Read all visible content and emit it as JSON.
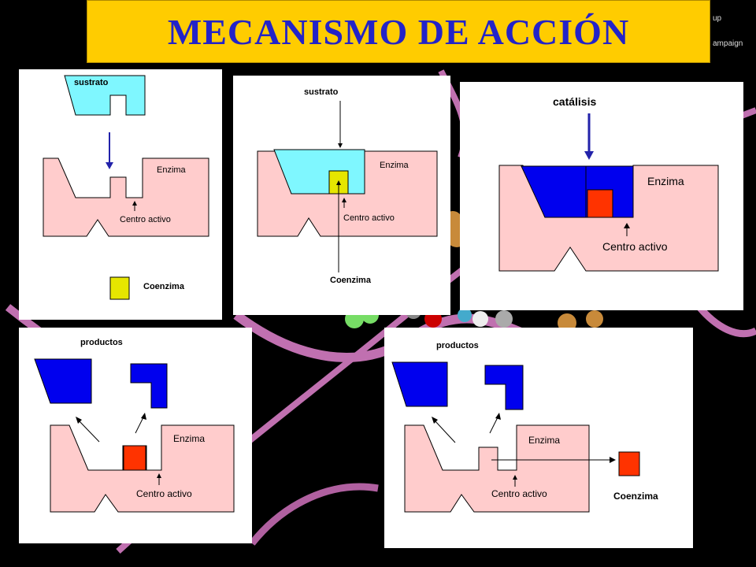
{
  "title": "MECANISMO DE ACCIÓN",
  "credit": {
    "line1": "up",
    "line2": "ampaign"
  },
  "colors": {
    "title_bg": "#ffcc00",
    "title_text": "#2323c8",
    "enzyme": "#ffcccc",
    "substrate": "#7ff7ff",
    "coenzyme": "#e6e600",
    "product": "#0000ff",
    "active_coenzyme": "#ff3300"
  },
  "panel1": {
    "substrate_label": "sustrato",
    "enzyme_label": "Enzima",
    "site_label": "Centro activo",
    "coenzyme_label": "Coenzima"
  },
  "panel2": {
    "substrate_label": "sustrato",
    "enzyme_label": "Enzima",
    "site_label": "Centro activo",
    "coenzyme_label": "Coenzima"
  },
  "panel3": {
    "catalysis_label": "catálisis",
    "enzyme_label": "Enzima",
    "site_label": "Centro activo"
  },
  "panel4": {
    "products_label": "productos",
    "enzyme_label": "Enzima",
    "site_label": "Centro activo"
  },
  "panel5": {
    "products_label": "productos",
    "enzyme_label": "Enzima",
    "site_label": "Centro activo",
    "coenzyme_label": "Coenzima"
  }
}
